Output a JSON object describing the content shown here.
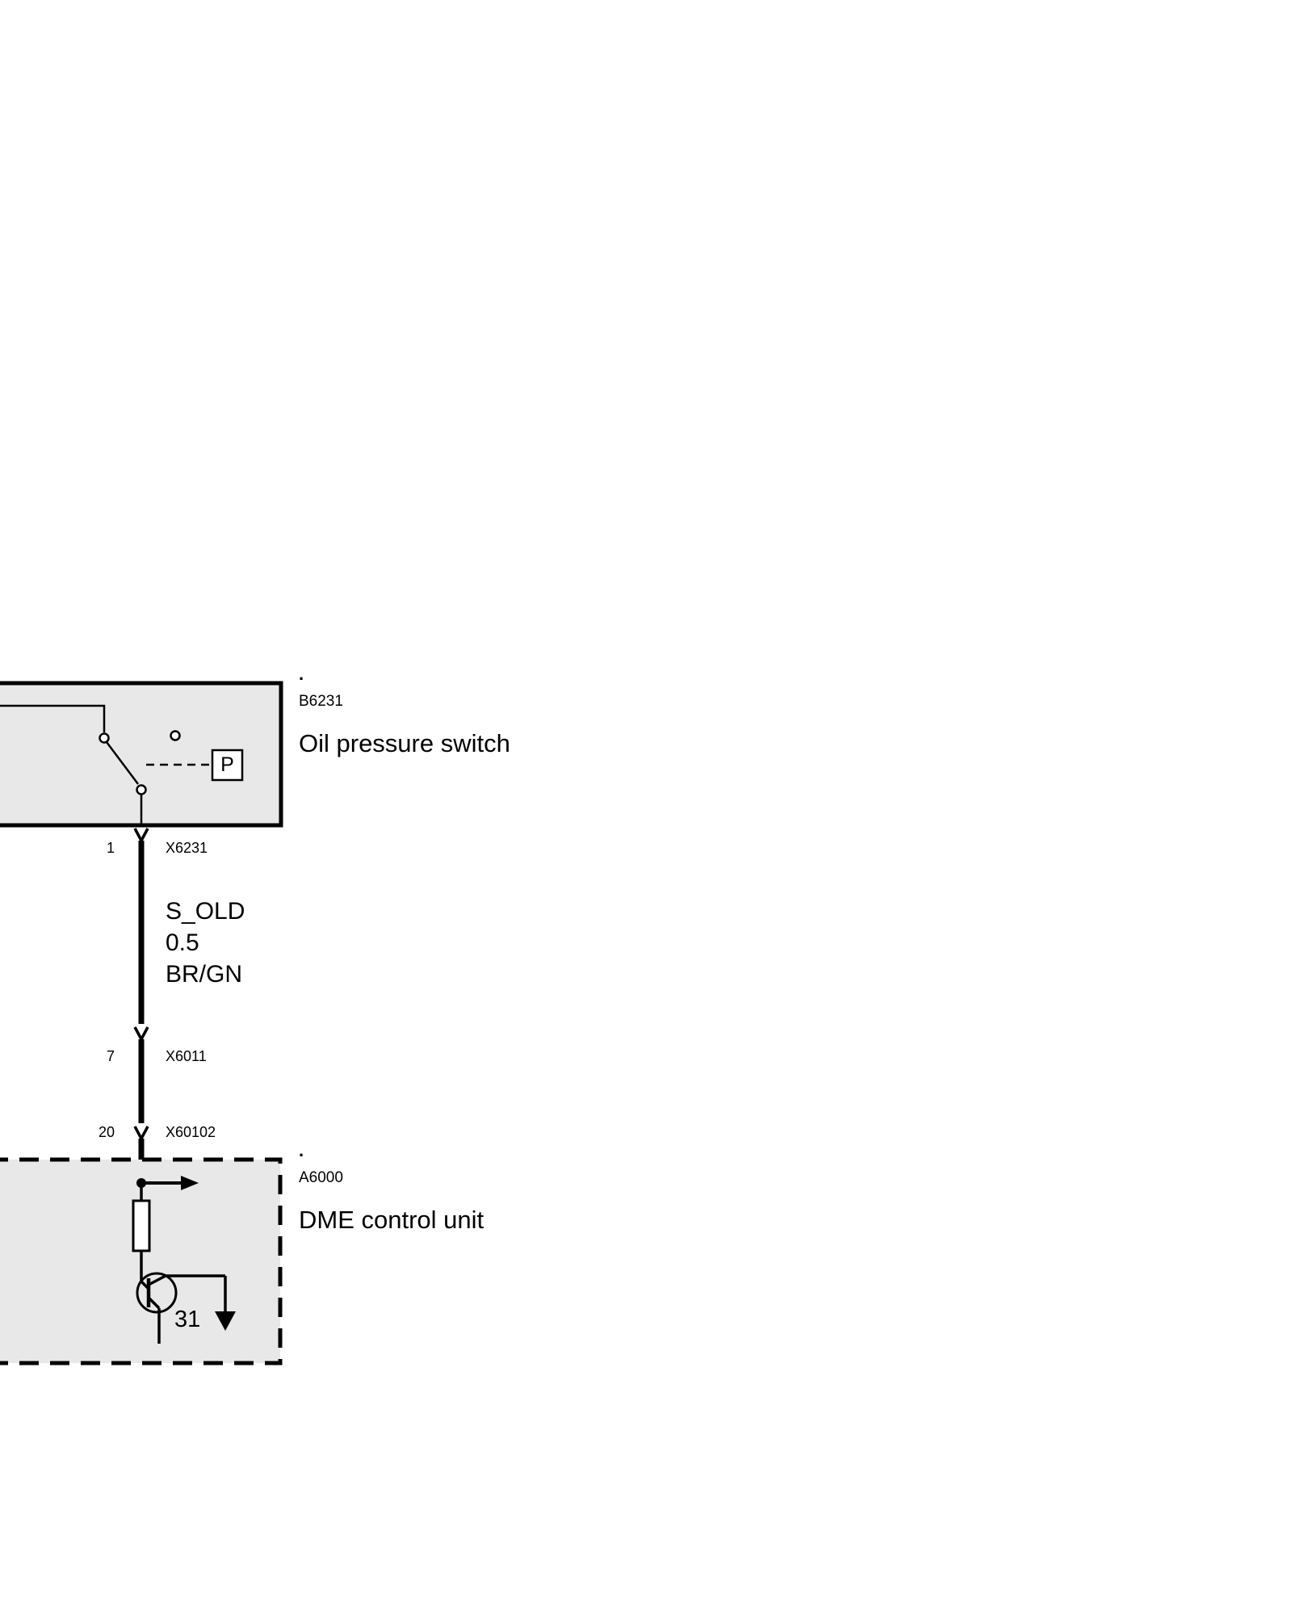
{
  "colors": {
    "component_fill": "#e8e8e8",
    "line": "#000000",
    "background": "#ffffff"
  },
  "oil_switch": {
    "marker": ".",
    "code": "B6231",
    "label": "Oil pressure switch",
    "sensor_letter": "P"
  },
  "wire": {
    "name": "S_OLD",
    "gauge": "0.5",
    "color_code": "BR/GN"
  },
  "connectors": [
    {
      "pin": "1",
      "code": "X6231"
    },
    {
      "pin": "7",
      "code": "X6011"
    },
    {
      "pin": "20",
      "code": "X60102"
    }
  ],
  "dme": {
    "marker": ".",
    "code": "A6000",
    "label": "DME control unit",
    "ground_terminal": "31"
  }
}
